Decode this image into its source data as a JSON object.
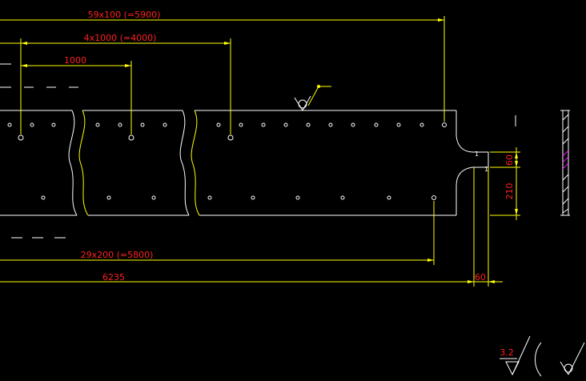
{
  "colors": {
    "background": "#000000",
    "outline": "#ffffff",
    "dimension_line": "#ffff00",
    "dimension_text": "#ff2020",
    "hatch_accent": "#ff00ff"
  },
  "dimensions": {
    "top_spacing": "59x100  (=5900)",
    "mid_spacing": "4x1000  (=4000)",
    "short_spacing": "1000",
    "bottom_spacing": "29x200  (=5800)",
    "overall_length": "6235",
    "end_offset": "60",
    "notch_height": "60",
    "notch_depth": "210"
  },
  "surface_finish": {
    "roughness_value": "3.2"
  },
  "section_marks": {
    "label_1": "1",
    "label_2": "1"
  }
}
